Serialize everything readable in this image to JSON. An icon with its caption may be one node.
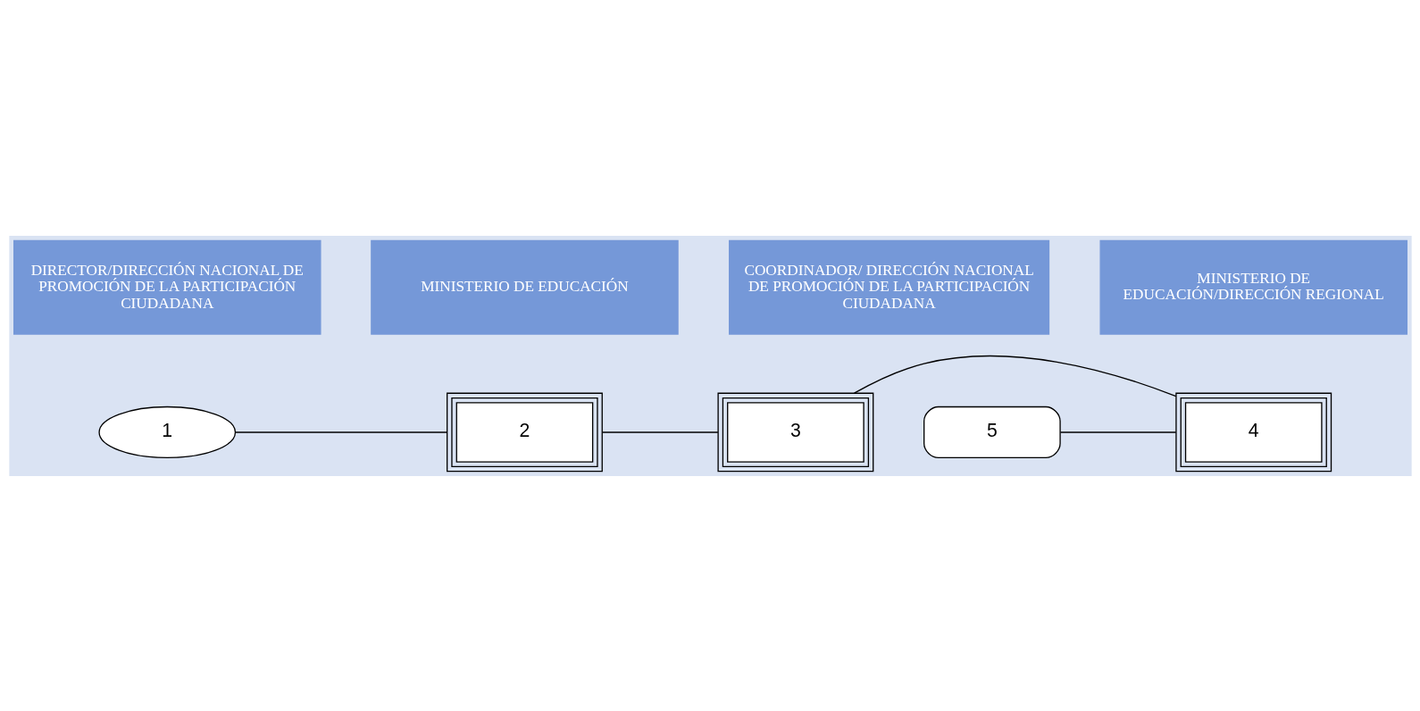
{
  "diagram": {
    "nodes": [
      {
        "text": [
          "DIRECTOR/DIRECCIÓN NACIONAL DE PROMOCIÓN DE LA PARTICIPACIÓN CIUDADANA"
        ]
      },
      {
        "text": [
          "MINISTERIO DE EDUCACIÓN"
        ]
      },
      {
        "text": [
          "COORDINADOR/ DIRECCIÓN NACIONAL DE PROMOCIÓN DE LA PARTICIPACIÓN CIUDADANA"
        ]
      },
      {
        "text": [
          "MINISTERIO DE EDUCACIÓN/DIRECCIÓN REGIONAL"
        ]
      },
      {
        "text": [
          "1"
        ]
      },
      {
        "text": [
          "2"
        ]
      },
      {
        "text": [
          "3"
        ]
      },
      {
        "text": [
          "4"
        ]
      },
      {
        "text": [
          "5"
        ]
      }
    ],
    "edges": [
      {
        "from": 4,
        "to": 5,
        "arrow": "none"
      },
      {
        "from": 5,
        "to": 6,
        "arrow": "none"
      },
      {
        "from": 6,
        "to": 7,
        "arrow": "none"
      },
      {
        "from": 7,
        "to": 8,
        "arrow": "none"
      }
    ]
  }
}
